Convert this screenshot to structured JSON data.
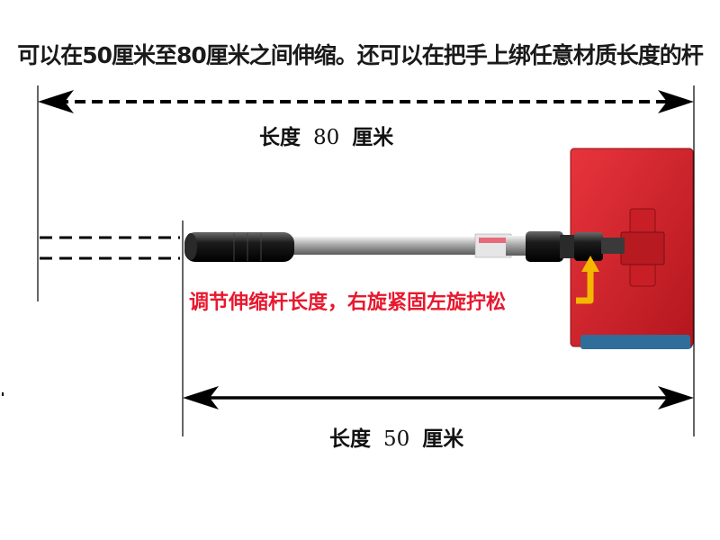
{
  "headline": "可以在50厘米至80厘米之间伸缩。还可以在把手上绑任意材质长度的杆",
  "max_length": {
    "prefix": "长度",
    "value": "80",
    "unit": "厘米"
  },
  "min_length": {
    "prefix": "长度",
    "value": "50",
    "unit": "厘米"
  },
  "adjust_note": "调节伸缩杆长度，右旋紧固左旋拧松",
  "colors": {
    "mop_head": "#d9252e",
    "mop_pad": "#3a7fb0",
    "note_text": "#e8182e",
    "arrow_hint": "#f5b800",
    "handle": "#1c1c1c",
    "pole": "#a8a8a8"
  }
}
